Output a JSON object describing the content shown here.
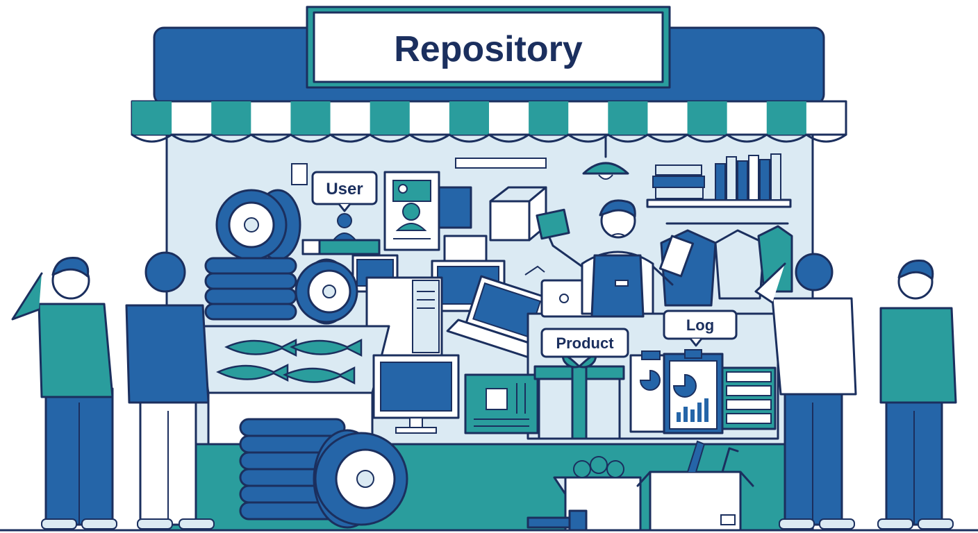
{
  "sign": {
    "title": "Repository"
  },
  "labels": {
    "user": "User",
    "product": "Product",
    "log": "Log"
  },
  "colors": {
    "navy": "#1b2f5e",
    "blue": "#2565a8",
    "teal": "#2a9d9d",
    "light": "#dbeaf3",
    "paper": "#ffffff"
  }
}
